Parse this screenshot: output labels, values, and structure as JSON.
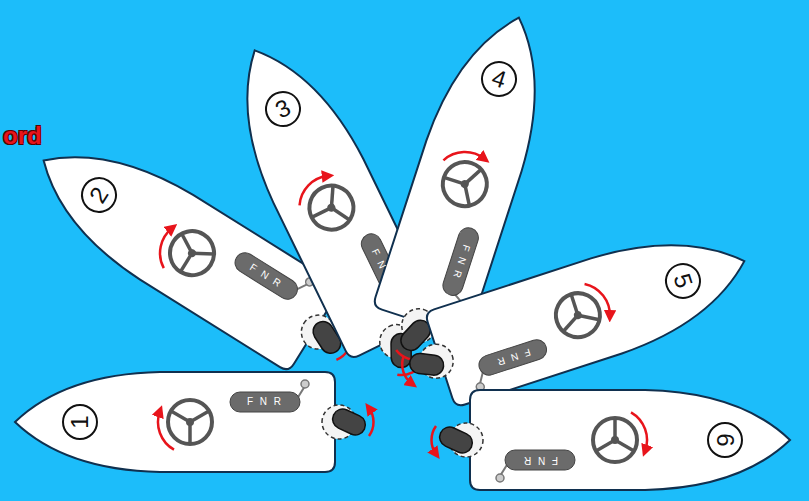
{
  "diagram": {
    "title": "ord",
    "nodes": [
      {
        "text": [
          "1"
        ]
      },
      {
        "text": [
          "2"
        ]
      },
      {
        "text": [
          "3"
        ]
      },
      {
        "text": [
          "4"
        ]
      },
      {
        "text": [
          "5"
        ]
      },
      {
        "text": [
          "6"
        ]
      }
    ],
    "labels": [
      "F N R",
      "F N R",
      "F N R",
      "F N R",
      "F N R",
      "F N R"
    ]
  }
}
